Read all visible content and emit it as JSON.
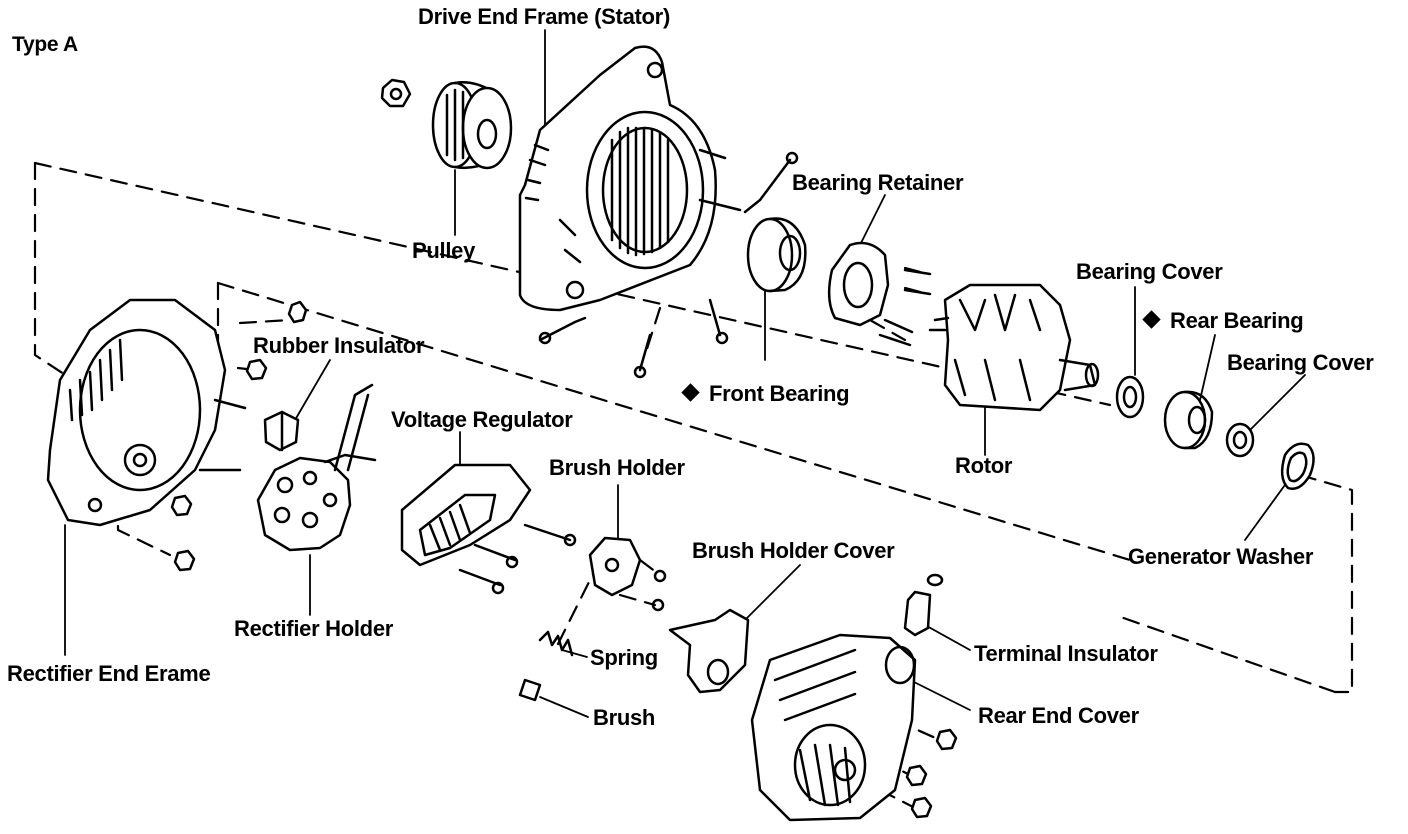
{
  "diagram": {
    "type_label": "Type A",
    "labels": {
      "drive_end_frame": "Drive End Frame (Stator)",
      "pulley": "Pulley",
      "bearing_retainer": "Bearing Retainer",
      "bearing_cover_top": "Bearing Cover",
      "rear_bearing": "Rear Bearing",
      "bearing_cover_right": "Bearing Cover",
      "front_bearing": "Front Bearing",
      "rubber_insulator": "Rubber Insulator",
      "voltage_regulator": "Voltage Regulator",
      "brush_holder": "Brush Holder",
      "rotor": "Rotor",
      "brush_holder_cover": "Brush Holder Cover",
      "generator_washer": "Generator Washer",
      "rectifier_holder": "Rectifier Holder",
      "spring": "Spring",
      "terminal_insulator": "Terminal Insulator",
      "rectifier_end_frame": "Rectifier End Erame",
      "brush": "Brush",
      "rear_end_cover": "Rear End Cover"
    }
  }
}
